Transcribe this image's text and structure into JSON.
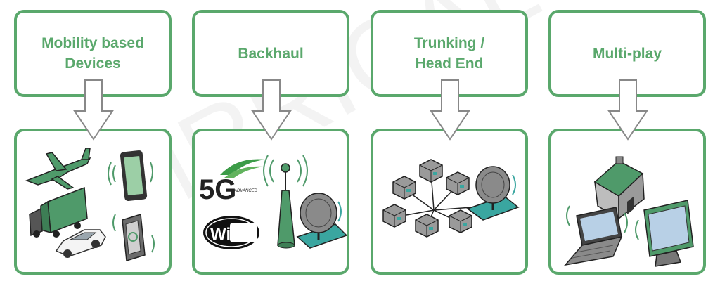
{
  "panels": [
    {
      "label": "Mobility based\nDevices"
    },
    {
      "label": "Backhaul"
    },
    {
      "label": "Trunking /\nHead End"
    },
    {
      "label": "Multi-play"
    }
  ],
  "logos": {
    "fiveg": "5G",
    "fiveg_sub": "ADVANCED",
    "wifi": "WiFi"
  },
  "watermark": "MRRICAL",
  "colors": {
    "accent": "#5aa86c",
    "device_green": "#4f9a6a",
    "teal": "#3aa6a0"
  }
}
